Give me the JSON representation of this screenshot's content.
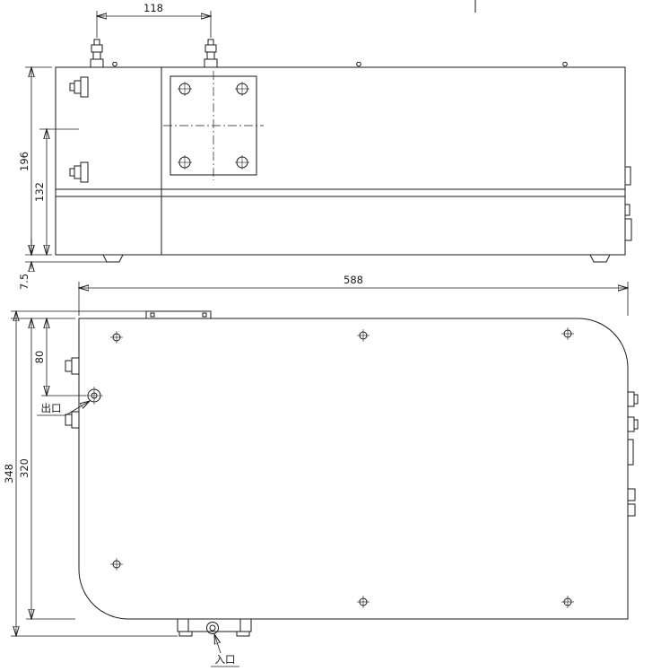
{
  "page": {
    "background": "#ffffff",
    "line_color": "#1a1a1a"
  },
  "side_view": {
    "dims": {
      "fitting_spacing": "118",
      "overall_height": "196",
      "body_height": "132",
      "foot_height": "7.5"
    }
  },
  "plan_view": {
    "dims": {
      "overall_length": "588",
      "outlet_offset": "80",
      "inner_width": "320",
      "overall_width": "348"
    },
    "labels": {
      "outlet": "出口",
      "inlet": "入口"
    }
  }
}
